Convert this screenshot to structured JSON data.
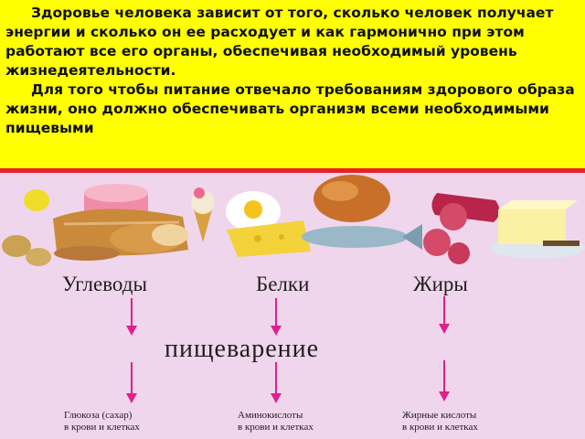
{
  "text": {
    "paragraph1": "Здоровье человека зависит от того, сколько человек получает энергии и сколько он ее расходует и как гармонично при этом работают все его органы, обеспечивая необходимый уровень жизнедеятельности.",
    "paragraph2": "Для того чтобы питание отвечало требованиям здорового образа жизни, оно должно обеспечивать организм всеми необходимыми пищевыми"
  },
  "diagram": {
    "categories": [
      "Углеводы",
      "Белки",
      "Жиры"
    ],
    "process": "пищеварение",
    "results": [
      {
        "line1": "Глюкоза (сахар)",
        "line2": "в крови и клетках"
      },
      {
        "line1": "Аминокислоты",
        "line2": "в крови и клетках"
      },
      {
        "line1": "Жирные кислоты",
        "line2": "в крови и клетках"
      }
    ]
  },
  "colors": {
    "text_background": "#ffff00",
    "divider": "#e8202a",
    "slide_background": "#f0d6ec",
    "arrow": "#e0208c"
  }
}
